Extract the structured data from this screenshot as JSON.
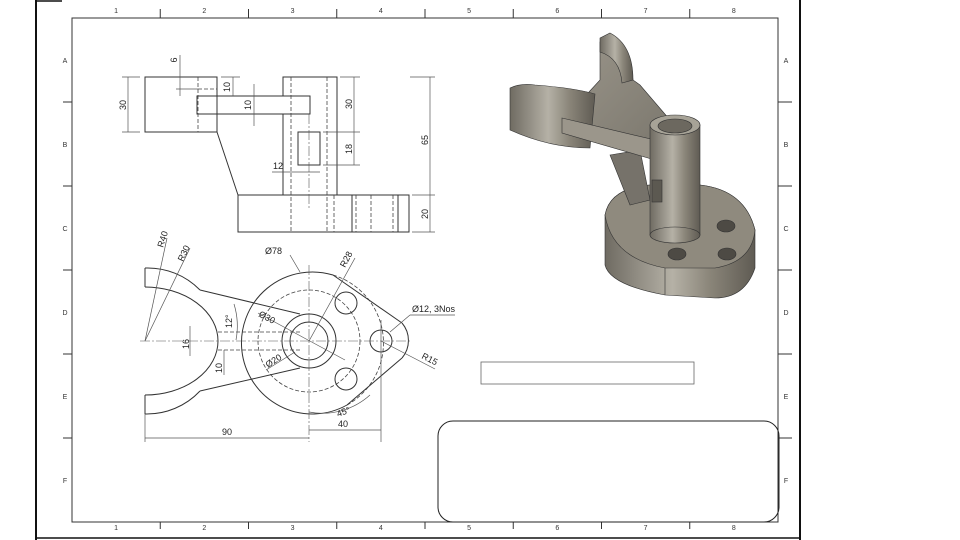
{
  "sheet": {
    "columns": [
      "1",
      "2",
      "3",
      "4",
      "5",
      "6",
      "7",
      "8"
    ],
    "rows": [
      "A",
      "B",
      "C",
      "D",
      "E",
      "F"
    ]
  },
  "front_view": {
    "dims": {
      "d30_left": "30",
      "d6": "6",
      "d10_top": "10",
      "d10_arm": "10",
      "d30_right": "30",
      "d18": "18",
      "d65": "65",
      "d20": "20",
      "d12": "12"
    }
  },
  "top_view": {
    "dims": {
      "r40": "R40",
      "r30": "R30",
      "d78": "Ø78",
      "r28": "R28",
      "d30": "Ø30",
      "d20": "Ø20",
      "a12": "12°",
      "d16": "16",
      "d10": "10",
      "holes": "Ø12, 3Nos",
      "r15": "R15",
      "a45": "45°",
      "d90": "90",
      "d40": "40"
    }
  },
  "colors": {
    "part": "#8a8579"
  }
}
